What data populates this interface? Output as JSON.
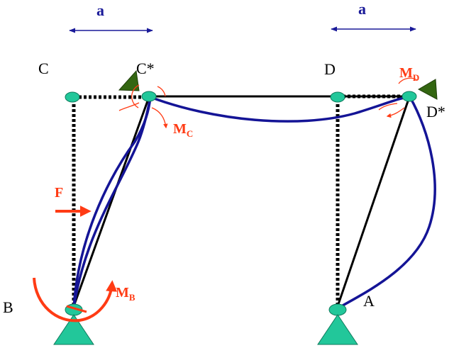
{
  "labels": {
    "dim_left": "a",
    "dim_right": "a",
    "node_c": "C",
    "node_c_star": "C*",
    "node_d": "D",
    "node_d_star": "D*",
    "node_b": "B",
    "node_a": "A",
    "force_f": "F",
    "moment_c_main": "M",
    "moment_c_sub": "C",
    "moment_d_main": "M",
    "moment_d_sub": "D",
    "moment_b_main": "M",
    "moment_b_sub": "B"
  },
  "colors": {
    "deformed_curve": "#141496",
    "dimension": "#1a1a99",
    "load": "#ff3b14",
    "node": "#22c79a",
    "support": "#22c79a",
    "wedge": "#336611",
    "frame": "#000000"
  },
  "icons": {
    "support": "pin-support-triangle",
    "node": "joint-ellipse",
    "wedge": "fixed-rotation-wedge"
  }
}
